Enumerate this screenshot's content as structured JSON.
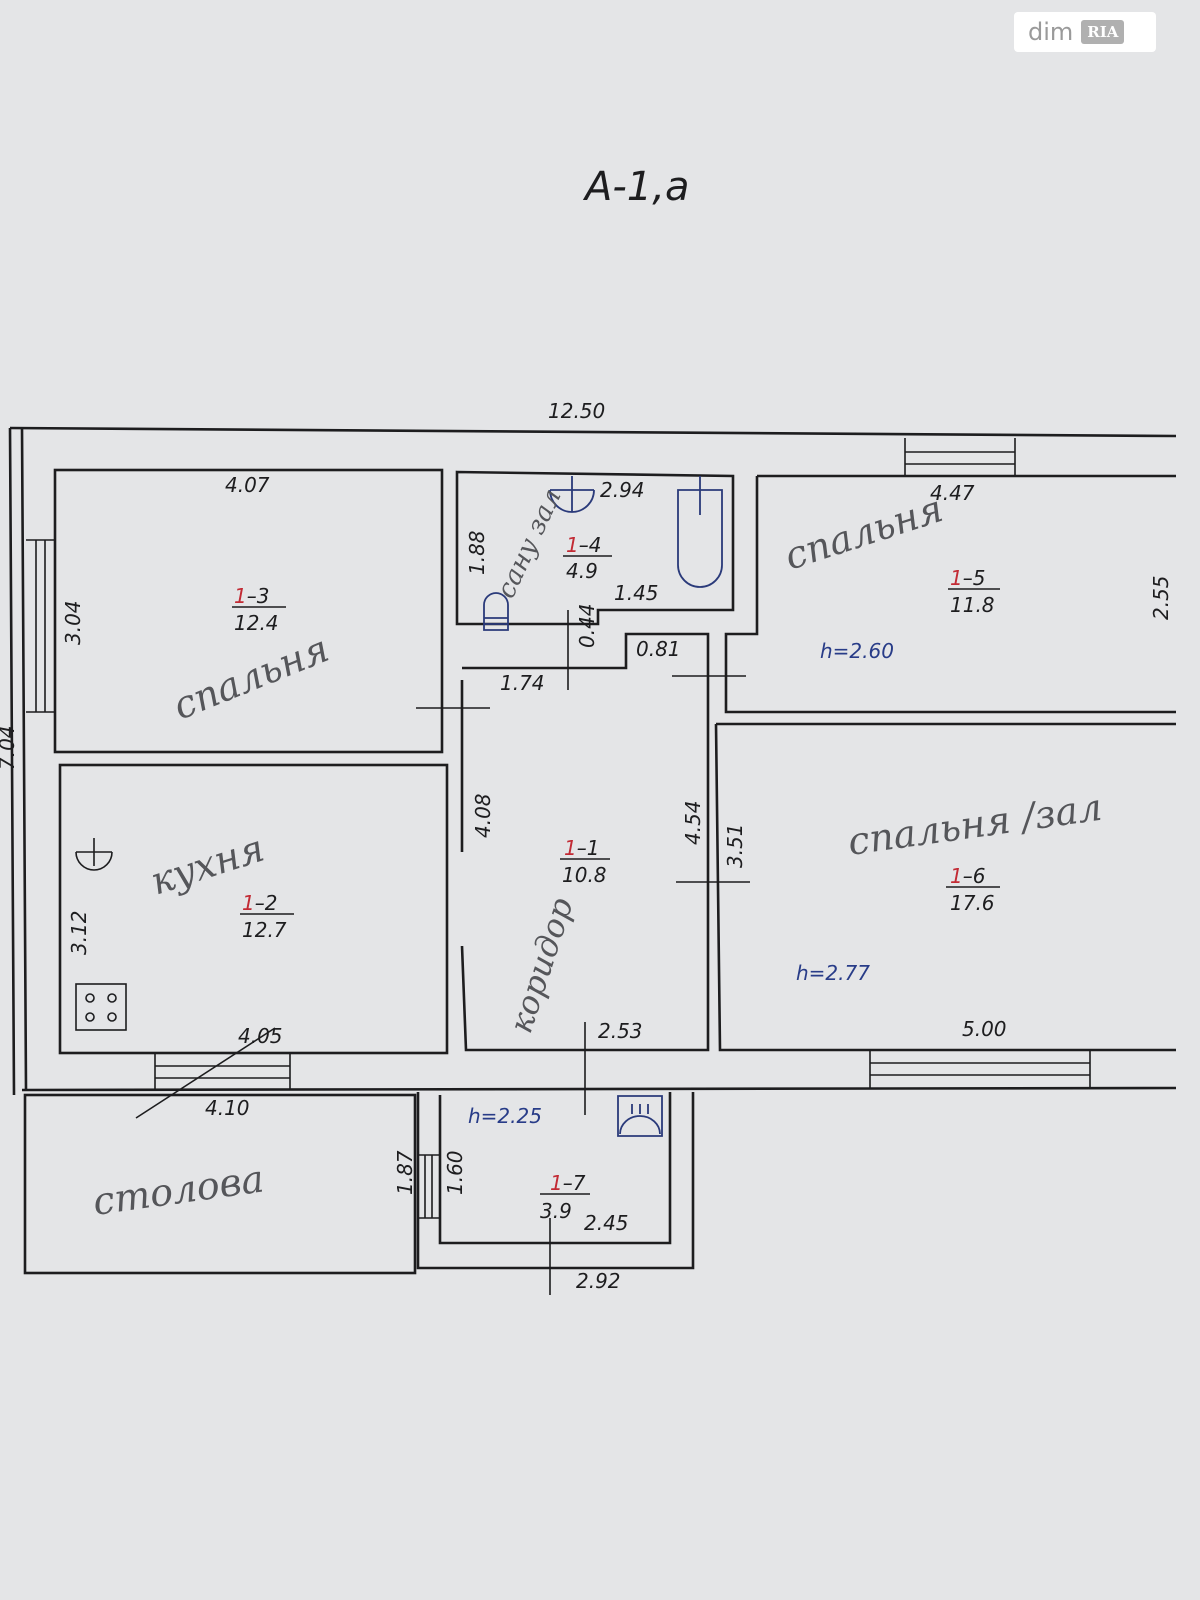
{
  "title": "А-1,а",
  "logo": {
    "dim": "dim",
    "ria": "RIA"
  },
  "dimensions": {
    "total_width": "12.50",
    "total_depth": "7.04",
    "r13_width": "4.07",
    "r13_depth": "3.04",
    "r14_width": "2.94",
    "r14_depth": "1.88",
    "r14_inner": "1.45",
    "r14_step": "0.44",
    "corridor_top": "1.74",
    "corridor_notch": "0.81",
    "corridor_depth": "4.08",
    "corridor_right": "4.54",
    "corridor_bottom": "2.53",
    "r15_width": "4.47",
    "r15_depth": "2.55",
    "r16_depth": "3.51",
    "r16_width": "5.00",
    "r12_depth": "3.12",
    "r12_inner_width": "4.05",
    "r12_outer_width": "4.10",
    "r17_outer_depth": "1.87",
    "r17_inner_depth": "1.60",
    "r17_inner_width": "2.45",
    "r17_outer_width": "2.92"
  },
  "rooms": [
    {
      "num_a": "1",
      "num_b": "–3",
      "area": "12.4",
      "label": "спальня"
    },
    {
      "num_a": "1",
      "num_b": "–2",
      "area": "12.7",
      "label": "кухня"
    },
    {
      "num_a": "1",
      "num_b": "–4",
      "area": "4.9",
      "label": "сану зал"
    },
    {
      "num_a": "1",
      "num_b": "–1",
      "area": "10.8",
      "label": "коридор"
    },
    {
      "num_a": "1",
      "num_b": "–5",
      "area": "11.8",
      "label": "спальня",
      "height": "h=2.60"
    },
    {
      "num_a": "1",
      "num_b": "–6",
      "area": "17.6",
      "label": "спальня /зал",
      "height": "h=2.77"
    },
    {
      "num_a": "1",
      "num_b": "–7",
      "area": "3.9",
      "height": "h=2.25"
    }
  ],
  "outside_label": "столова",
  "colors": {
    "paper": "#e4e5e7",
    "ink": "#1d1d1f",
    "room_number": "#c22a34",
    "height": "#283c88"
  }
}
